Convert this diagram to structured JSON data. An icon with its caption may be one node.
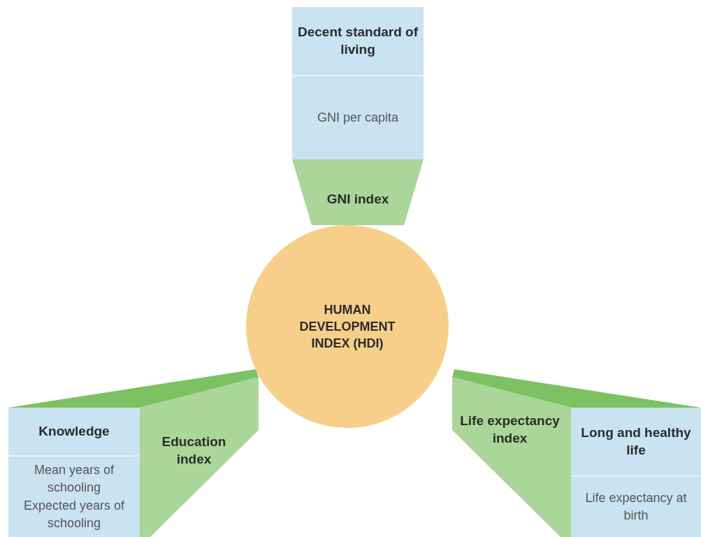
{
  "diagram": {
    "nodes": [
      {
        "text": [
          "Decent standard of living",
          "GNI per capita"
        ]
      },
      {
        "text": [
          "GNI index"
        ]
      },
      {
        "text": [
          "HUMAN DEVELOPMENT INDEX (HDI)"
        ]
      },
      {
        "text": [
          "Knowledge",
          "Mean years of schooling",
          "Expected years of schooling"
        ]
      },
      {
        "text": [
          "Education index"
        ]
      },
      {
        "text": [
          "Life expectancy index"
        ]
      },
      {
        "text": [
          "Long and healthy life",
          "Life expectancy at birth"
        ]
      }
    ]
  }
}
